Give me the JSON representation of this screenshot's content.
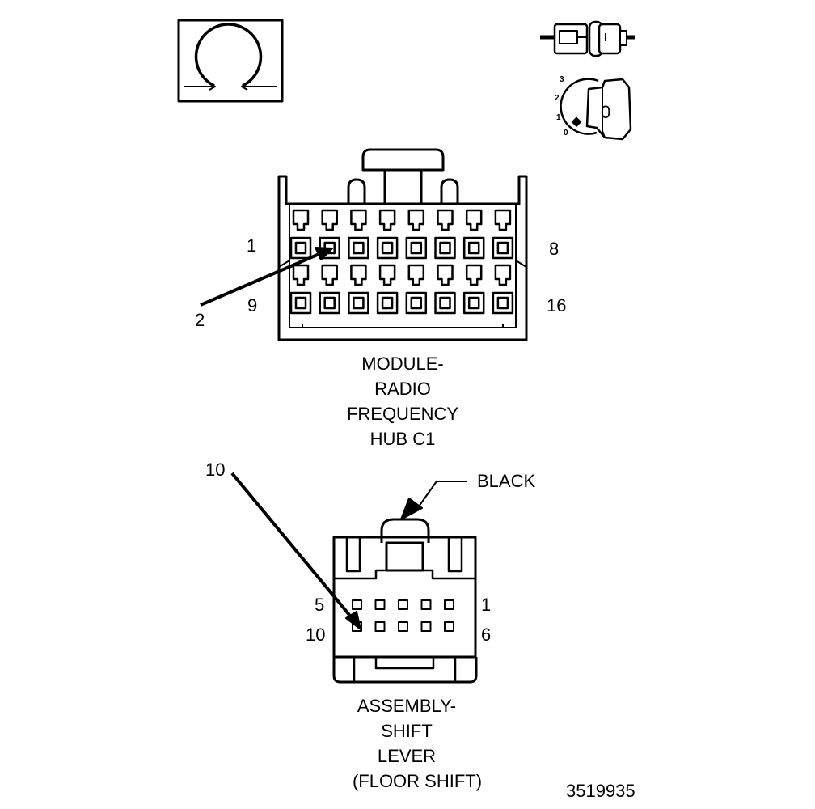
{
  "connector_c1": {
    "name_lines": [
      "MODULE-",
      "RADIO",
      "FREQUENCY",
      "HUB C1"
    ],
    "pin_labels": {
      "top_left": "1",
      "top_right": "8",
      "bottom_left": "9",
      "bottom_right": "16"
    },
    "callout_pin": "2"
  },
  "connector_shift": {
    "name_lines": [
      "ASSEMBLY-",
      "SHIFT",
      "LEVER",
      "(FLOOR SHIFT)"
    ],
    "color_label": "BLACK",
    "pin_labels": {
      "top_left": "5",
      "top_right": "1",
      "bottom_left": "10",
      "bottom_right": "6"
    },
    "callout_pin": "10"
  },
  "ignition_icon": {
    "positions": [
      "3",
      "2",
      "1",
      "0"
    ],
    "key_label": "0"
  },
  "figure_id": "3519935",
  "icons": [
    "ignition-off-symbol-icon",
    "connector-disconnect-icon",
    "ignition-key-icon"
  ]
}
